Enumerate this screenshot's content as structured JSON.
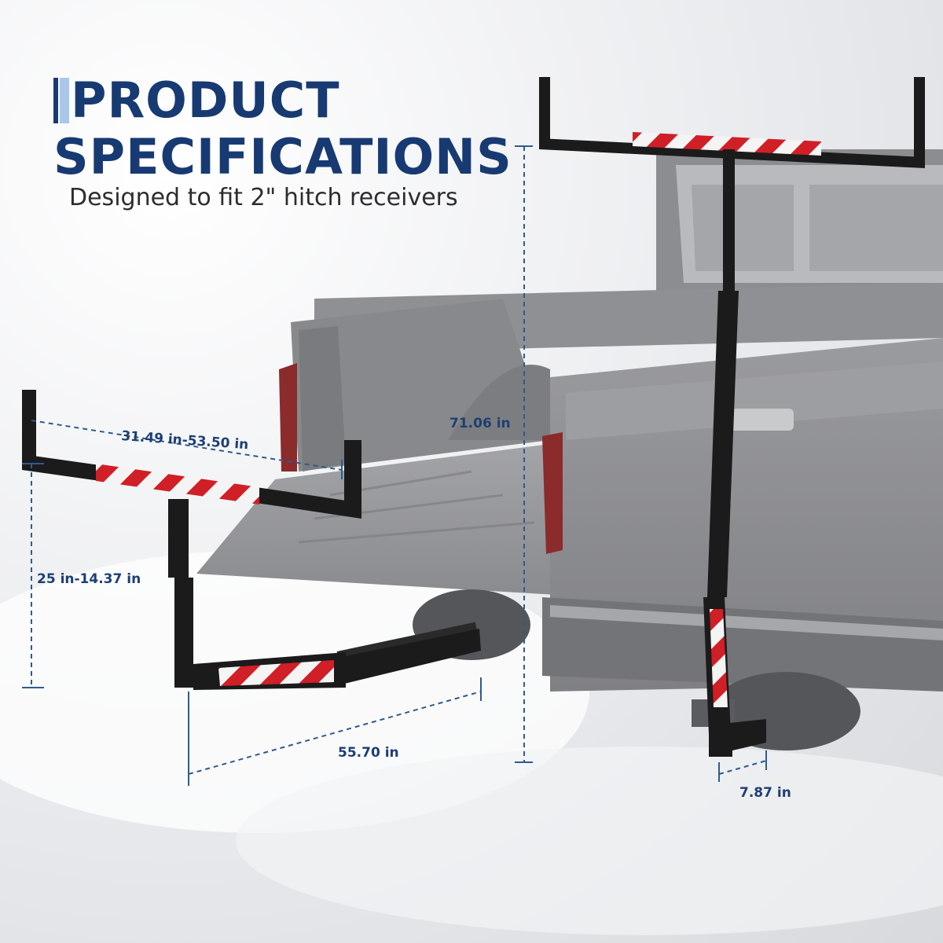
{
  "title": {
    "line1": "PRODUCT",
    "line2": "SPECIFICATIONS",
    "subtitle": "Designed to fit 2\" hitch receivers"
  },
  "dimensions": {
    "width_range": "31.49 in-53.50 in",
    "height_range": "25 in-14.37 in",
    "base_length": "55.70 in",
    "total_height": "71.06 in",
    "receiver": "7.87 in"
  },
  "colors": {
    "title": "#183a72",
    "dimension_text": "#1d3f73",
    "guide_line": "#2f5b8f",
    "truck_body": "#8e8f92",
    "rack_metal": "#1b1b1b",
    "reflector_red": "#d01f26",
    "reflector_white": "#f4f4f4"
  }
}
